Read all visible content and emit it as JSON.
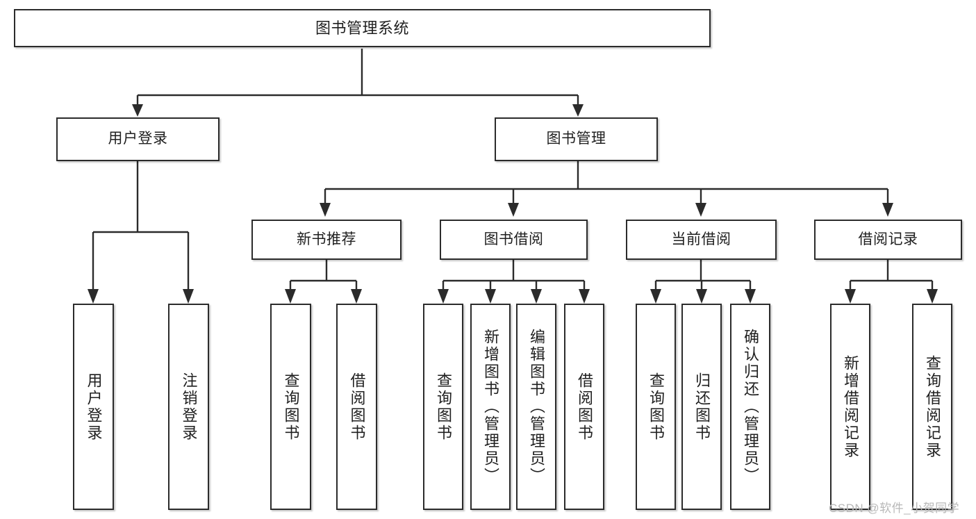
{
  "diagram": {
    "type": "tree",
    "title": "图书管理系统",
    "watermark": "CSDN @软件_小贺同学",
    "colors": {
      "stroke": "#2b2b2b",
      "fill": "#ffffff",
      "text": "#1f1f1f",
      "watermark": "#b8b8b8"
    },
    "nodes": {
      "root": {
        "label": "图书管理系统"
      },
      "level2": [
        {
          "label": "用户登录"
        },
        {
          "label": "图书管理"
        }
      ],
      "level3": [
        {
          "label": "新书推荐"
        },
        {
          "label": "图书借阅"
        },
        {
          "label": "当前借阅"
        },
        {
          "label": "借阅记录"
        }
      ],
      "leaves": {
        "user_login": [
          {
            "label": "用户登录"
          },
          {
            "label": "注销登录"
          }
        ],
        "new_book": [
          {
            "label": "查询图书"
          },
          {
            "label": "借阅图书"
          }
        ],
        "book_borrow": [
          {
            "label": "查询图书"
          },
          {
            "label": "新增图书（管理员）"
          },
          {
            "label": "编辑图书（管理员）"
          },
          {
            "label": "借阅图书"
          }
        ],
        "current_borrow": [
          {
            "label": "查询图书"
          },
          {
            "label": "归还图书"
          },
          {
            "label": "确认归还（管理员）"
          }
        ],
        "borrow_record": [
          {
            "label": "新增借阅记录"
          },
          {
            "label": "查询借阅记录"
          }
        ]
      }
    }
  }
}
